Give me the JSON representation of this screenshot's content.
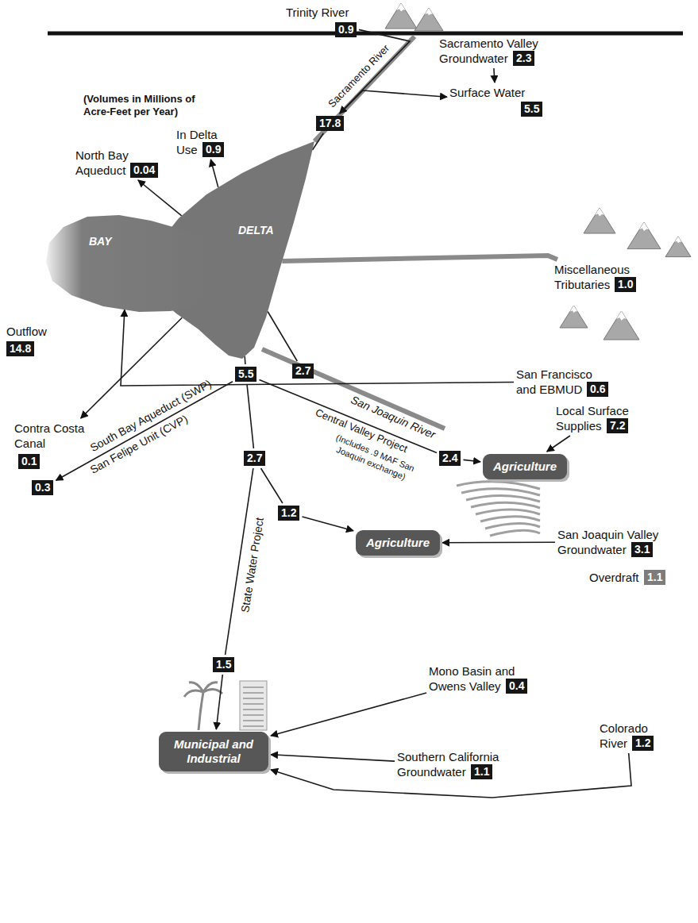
{
  "diagram": {
    "nodes": [
      {
        "text": [
          "DELTA"
        ]
      },
      {
        "text": [
          "BAY"
        ]
      },
      {
        "text": [
          "Trinity River",
          "0.9"
        ]
      },
      {
        "text": [
          "Sacramento Valley Groundwater",
          "2.3"
        ]
      },
      {
        "text": [
          "Surface Water",
          "5.5"
        ]
      },
      {
        "text": [
          "17.8"
        ]
      },
      {
        "text": [
          "In Delta Use",
          "0.9"
        ]
      },
      {
        "text": [
          "North Bay Aqueduct",
          "0.04"
        ]
      },
      {
        "text": [
          "Miscellaneous Tributaries",
          "1.0"
        ]
      },
      {
        "text": [
          "Outflow",
          "14.8"
        ]
      },
      {
        "text": [
          "San Francisco and EBMUD",
          "0.6"
        ]
      },
      {
        "text": [
          "Contra Costa Canal",
          "0.1"
        ]
      },
      {
        "text": [
          "5.5"
        ]
      },
      {
        "text": [
          "2.7"
        ]
      },
      {
        "text": [
          "Local Surface Supplies",
          "7.2"
        ]
      },
      {
        "text": [
          "0.3"
        ]
      },
      {
        "text": [
          "2.7"
        ]
      },
      {
        "text": [
          "2.4"
        ]
      },
      {
        "text": [
          "Agriculture"
        ]
      },
      {
        "text": [
          "1.2"
        ]
      },
      {
        "text": [
          "Agriculture"
        ]
      },
      {
        "text": [
          "San Joaquin Valley Groundwater",
          "3.1"
        ]
      },
      {
        "text": [
          "Overdraft",
          "1.1"
        ]
      },
      {
        "text": [
          "1.5"
        ]
      },
      {
        "text": [
          "Mono Basin and Owens Valley",
          "0.4"
        ]
      },
      {
        "text": [
          "Southern California Groundwater",
          "1.1"
        ]
      },
      {
        "text": [
          "Colorado River",
          "1.2"
        ]
      },
      {
        "text": [
          "Municipal and Industrial"
        ]
      }
    ],
    "edges": [
      {
        "from": 2,
        "to": 5,
        "arrow": "to"
      },
      {
        "from": 3,
        "to": 4,
        "arrow": "to"
      },
      {
        "from": 5,
        "to": 4,
        "arrow": "to"
      },
      {
        "from": 5,
        "to": 0,
        "arrow": "none"
      },
      {
        "from": 0,
        "to": 6,
        "arrow": "to"
      },
      {
        "from": 0,
        "to": 7,
        "arrow": "to"
      },
      {
        "from": 8,
        "to": 0,
        "arrow": "none"
      },
      {
        "from": 10,
        "to": 1,
        "arrow": "to"
      },
      {
        "from": 0,
        "to": 11,
        "arrow": "to"
      },
      {
        "from": 0,
        "to": 12,
        "arrow": "none"
      },
      {
        "from": 13,
        "to": 0,
        "arrow": "none"
      },
      {
        "from": 12,
        "to": 15,
        "arrow": "to"
      },
      {
        "from": 12,
        "to": 16,
        "arrow": "none"
      },
      {
        "from": 12,
        "to": 17,
        "arrow": "none"
      },
      {
        "from": 17,
        "to": 18,
        "arrow": "to"
      },
      {
        "from": 14,
        "to": 18,
        "arrow": "to"
      },
      {
        "from": 16,
        "to": 19,
        "arrow": "none"
      },
      {
        "from": 19,
        "to": 20,
        "arrow": "to"
      },
      {
        "from": 21,
        "to": 20,
        "arrow": "to"
      },
      {
        "from": 16,
        "to": 23,
        "arrow": "none"
      },
      {
        "from": 23,
        "to": 27,
        "arrow": "to"
      },
      {
        "from": 24,
        "to": 27,
        "arrow": "to"
      },
      {
        "from": 25,
        "to": 27,
        "arrow": "to"
      },
      {
        "from": 26,
        "to": 27,
        "arrow": "to"
      }
    ],
    "labels": [
      "(Volumes in Millions of Acre-Feet per Year)",
      "Sacramento River",
      "San Joaquin River",
      "South Bay Aqueduct (SWP)",
      "San Felipe Unit (CVP)",
      "Central Valley Project",
      "(Includes .9 MAF San Joaquin exchange)",
      "State Water Project"
    ]
  }
}
